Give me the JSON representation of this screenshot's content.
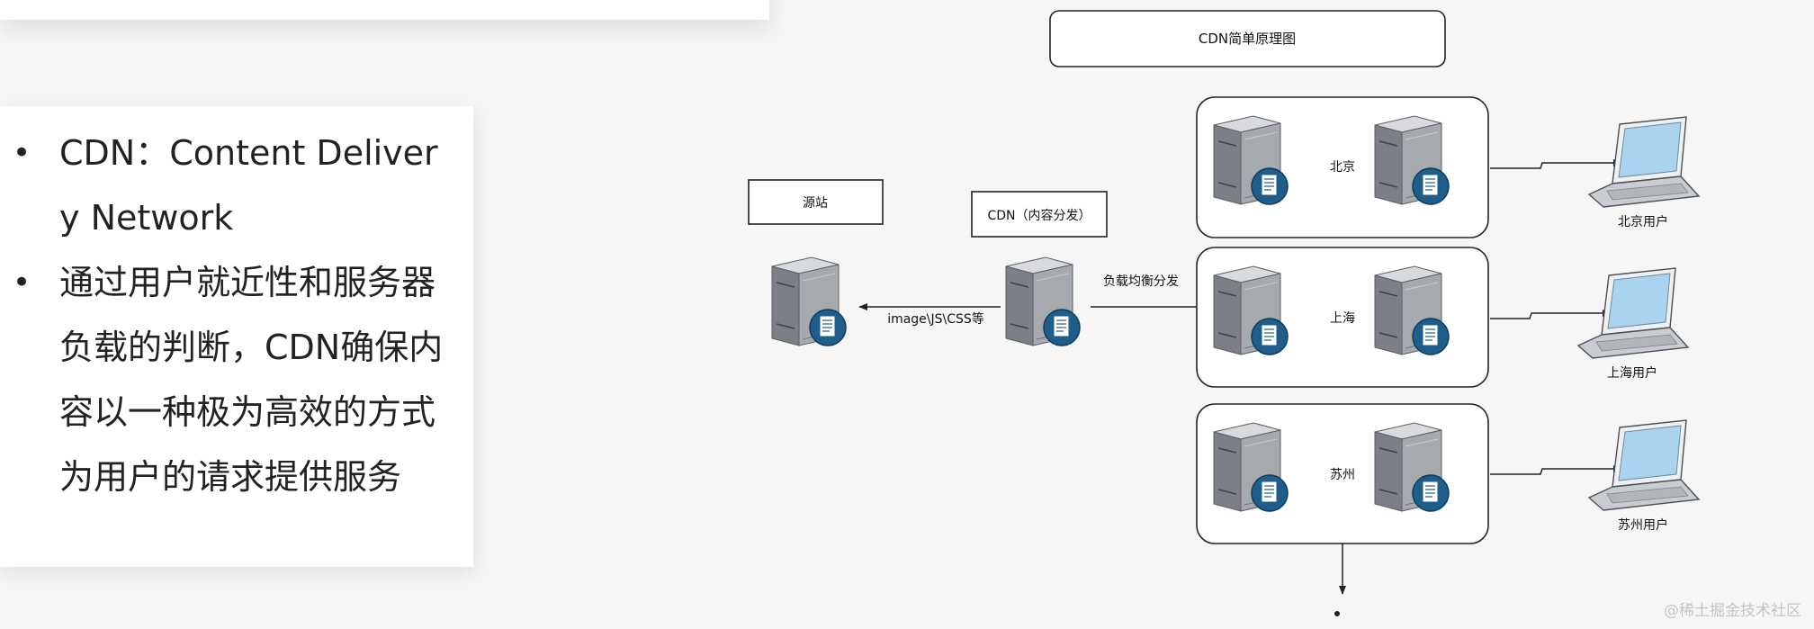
{
  "slide_text": {
    "bullets": [
      "CDN：Content Delivery Network",
      "通过用户就近性和服务器负载的判断，CDN确保内容以一种极为高效的方式为用户的请求提供服务"
    ]
  },
  "diagram": {
    "title": "CDN简单原理图",
    "origin_label": "源站",
    "cdn_label": "CDN（内容分发）",
    "origin_link_label": "image\\JS\\CSS等",
    "balance_label": "负载均衡分发",
    "regions": [
      {
        "name": "北京",
        "user": "北京用户"
      },
      {
        "name": "上海",
        "user": "上海用户"
      },
      {
        "name": "苏州",
        "user": "苏州用户"
      }
    ],
    "colors": {
      "server_body": "#a6a9ad",
      "server_front": "#7c8086",
      "badge": "#1f5d8a",
      "screen": "#a9d3ee"
    }
  },
  "watermark": "@稀土掘金技术社区",
  "icons": [
    "server-icon",
    "document-badge-icon",
    "laptop-icon",
    "bullet-dot-icon"
  ]
}
